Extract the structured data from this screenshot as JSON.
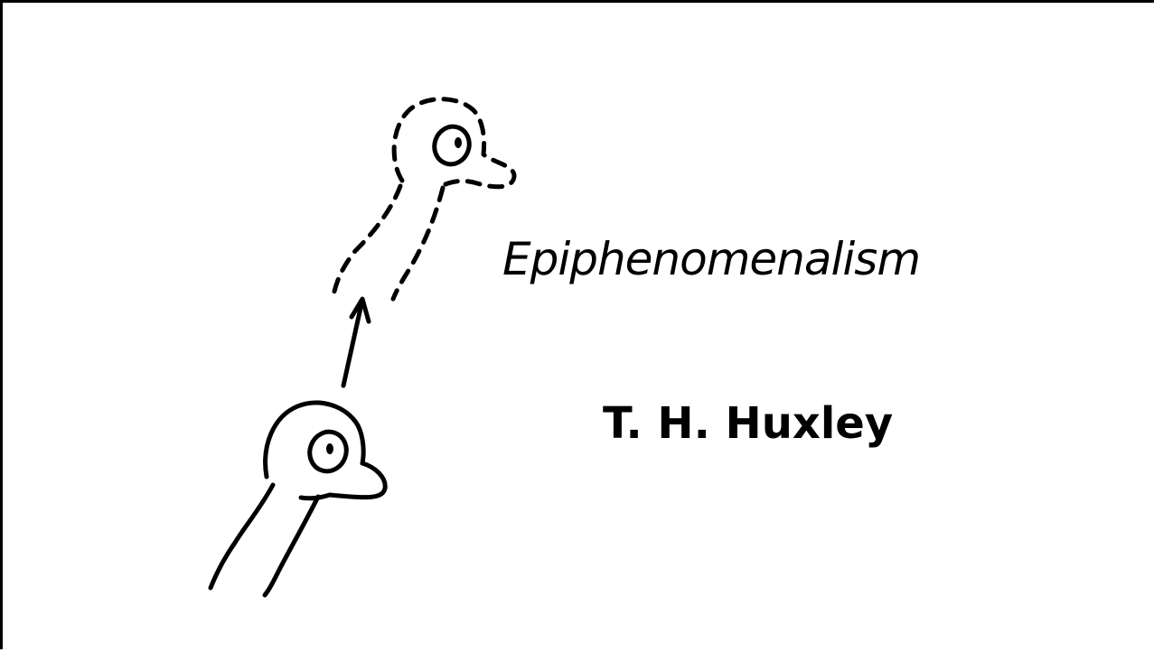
{
  "slide": {
    "title": "Epiphenomenalism",
    "author": "T. H. Huxley"
  },
  "illustration": {
    "body_figure": "solid-outline-bird-figure",
    "mind_figure": "dashed-outline-bird-figure",
    "connector": "upward-arrow",
    "stroke_color": "#000000"
  }
}
